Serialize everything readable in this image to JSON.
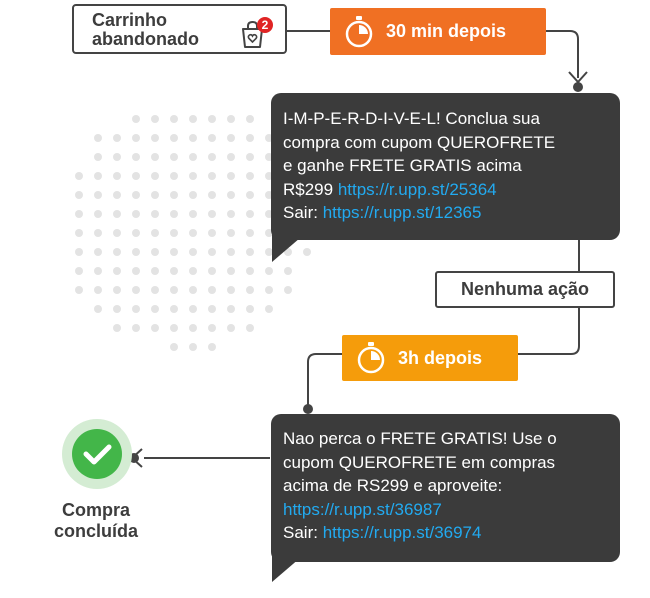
{
  "start": {
    "line1": "Carrinho",
    "line2": "abandonado",
    "cart_count": "2",
    "icon": "shopping-bag-icon"
  },
  "delay1": {
    "label": "30 min depois",
    "icon": "stopwatch-icon"
  },
  "message1": {
    "text_lines": [
      "I-M-P-E-R-D-I-V-E-L! Conclua sua",
      "compra com cupom QUEROFRETE",
      "e ganhe FRETE GRATIS acima"
    ],
    "price_text": "R$299 ",
    "link1": "https://r.upp.st/25364",
    "exit_label": "Sair: ",
    "link2": "https://r.upp.st/12365"
  },
  "no_action": {
    "label": "Nenhuma ação"
  },
  "delay2": {
    "label": "3h depois",
    "icon": "stopwatch-icon"
  },
  "message2": {
    "text_lines": [
      "Nao perca o FRETE GRATIS! Use o",
      "cupom QUEROFRETE em compras",
      "acima de RS299 e aproveite:"
    ],
    "link1": "https://r.upp.st/36987",
    "exit_label": "Sair: ",
    "link2": "https://r.upp.st/36974"
  },
  "end": {
    "line1": "Compra",
    "line2": "concluída",
    "icon": "checkmark-icon"
  },
  "colors": {
    "orange": "#f07023",
    "amber": "#f59c0b",
    "bubble": "#3b3b3b",
    "link": "#22aaf0",
    "success": "#43b649",
    "success_ring": "#d4ecd3",
    "badge": "#e02424"
  }
}
